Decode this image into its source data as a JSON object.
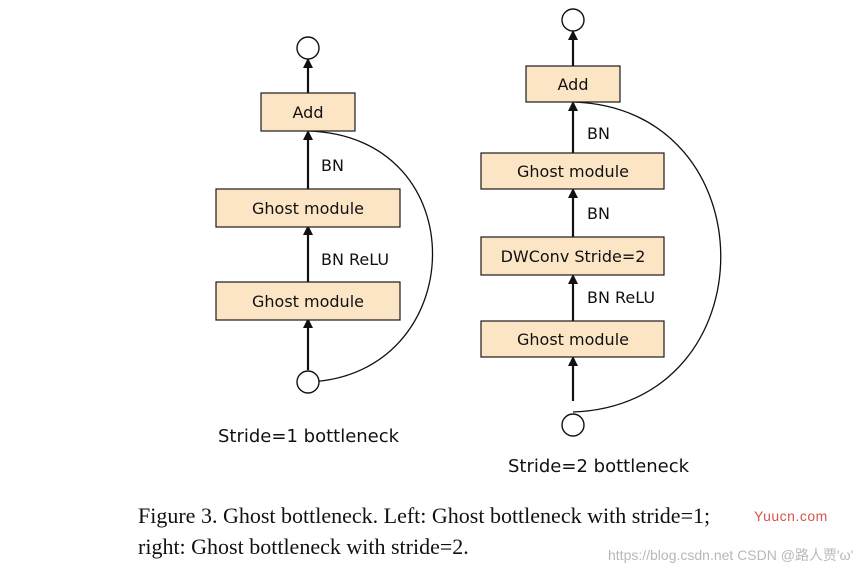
{
  "left_diagram": {
    "boxes": {
      "add": "Add",
      "ghost_module_upper": "Ghost module",
      "ghost_module_lower": "Ghost module"
    },
    "edge_labels": {
      "upper": "BN",
      "lower": "BN ReLU"
    },
    "title": "Stride=1 bottleneck"
  },
  "right_diagram": {
    "boxes": {
      "add": "Add",
      "ghost_module_upper": "Ghost module",
      "dwconv": "DWConv Stride=2",
      "ghost_module_lower": "Ghost module"
    },
    "edge_labels": {
      "top": "BN",
      "middle": "BN",
      "bottom": "BN ReLU"
    },
    "title": "Stride=2 bottleneck"
  },
  "caption": {
    "line1": "Figure 3. Ghost bottleneck. Left: Ghost bottleneck with stride=1;",
    "line2": "right: Ghost bottleneck with stride=2."
  },
  "watermarks": {
    "site": "Yuucn.com",
    "csdn": "https://blog.csdn.net CSDN @路人贾'ω'"
  },
  "colors": {
    "box_fill": "#fbe5c4",
    "stroke": "#111111",
    "watermark_site": "#d9534f",
    "watermark_csdn": "#b8b8b8"
  }
}
